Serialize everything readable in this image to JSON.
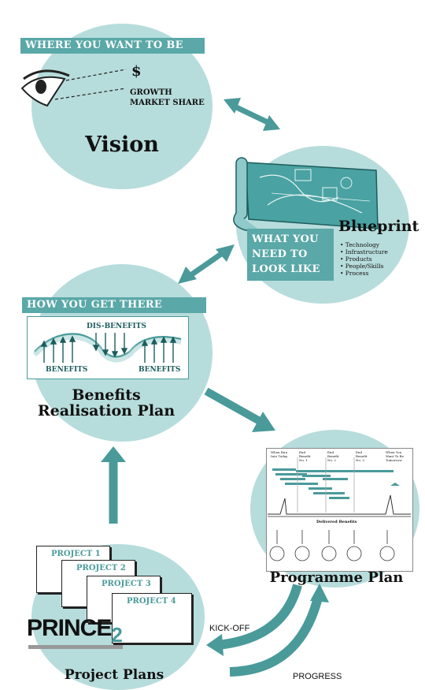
{
  "vision": {
    "banner": "WHERE YOU WANT TO BE",
    "dollar": "$",
    "growth": "GROWTH",
    "market_share": "MARKET SHARE",
    "title": "Vision"
  },
  "blueprint": {
    "banner_line1": "WHAT YOU",
    "banner_line2": "NEED TO",
    "banner_line3": "LOOK LIKE",
    "title": "Blueprint",
    "bullets": [
      "• Technology",
      "• Infrastructure",
      "• Products",
      "• People/Skills",
      "• Process"
    ]
  },
  "benefits": {
    "banner": "HOW YOU GET THERE",
    "dis_benefits": "DIS-BENEFITS",
    "benefits_left": "BENEFITS",
    "benefits_right": "BENEFITS",
    "title_line1": "Benefits",
    "title_line2": "Realisation Plan"
  },
  "programme": {
    "title": "Programme Plan",
    "col_headers": [
      "When Run Into Today",
      "End Benefit No. 1",
      "End Benefit No. 2",
      "End Benefit No. 3",
      "When You Want To Be Tomorrow"
    ],
    "delivered": "Delivered Benefits"
  },
  "projects": {
    "sheets": [
      "PROJECT 1",
      "PROJECT 2",
      "PROJECT 3",
      "PROJECT 4"
    ],
    "logo": "PRINCE",
    "logo_num": "2",
    "title": "Project Plans"
  },
  "cycle": {
    "kickoff": "KICK-OFF",
    "progress": "PROGRESS"
  },
  "colors": {
    "teal": "#4a9a9a",
    "light_teal": "#b7dcdc",
    "banner": "#5aa8a8"
  }
}
